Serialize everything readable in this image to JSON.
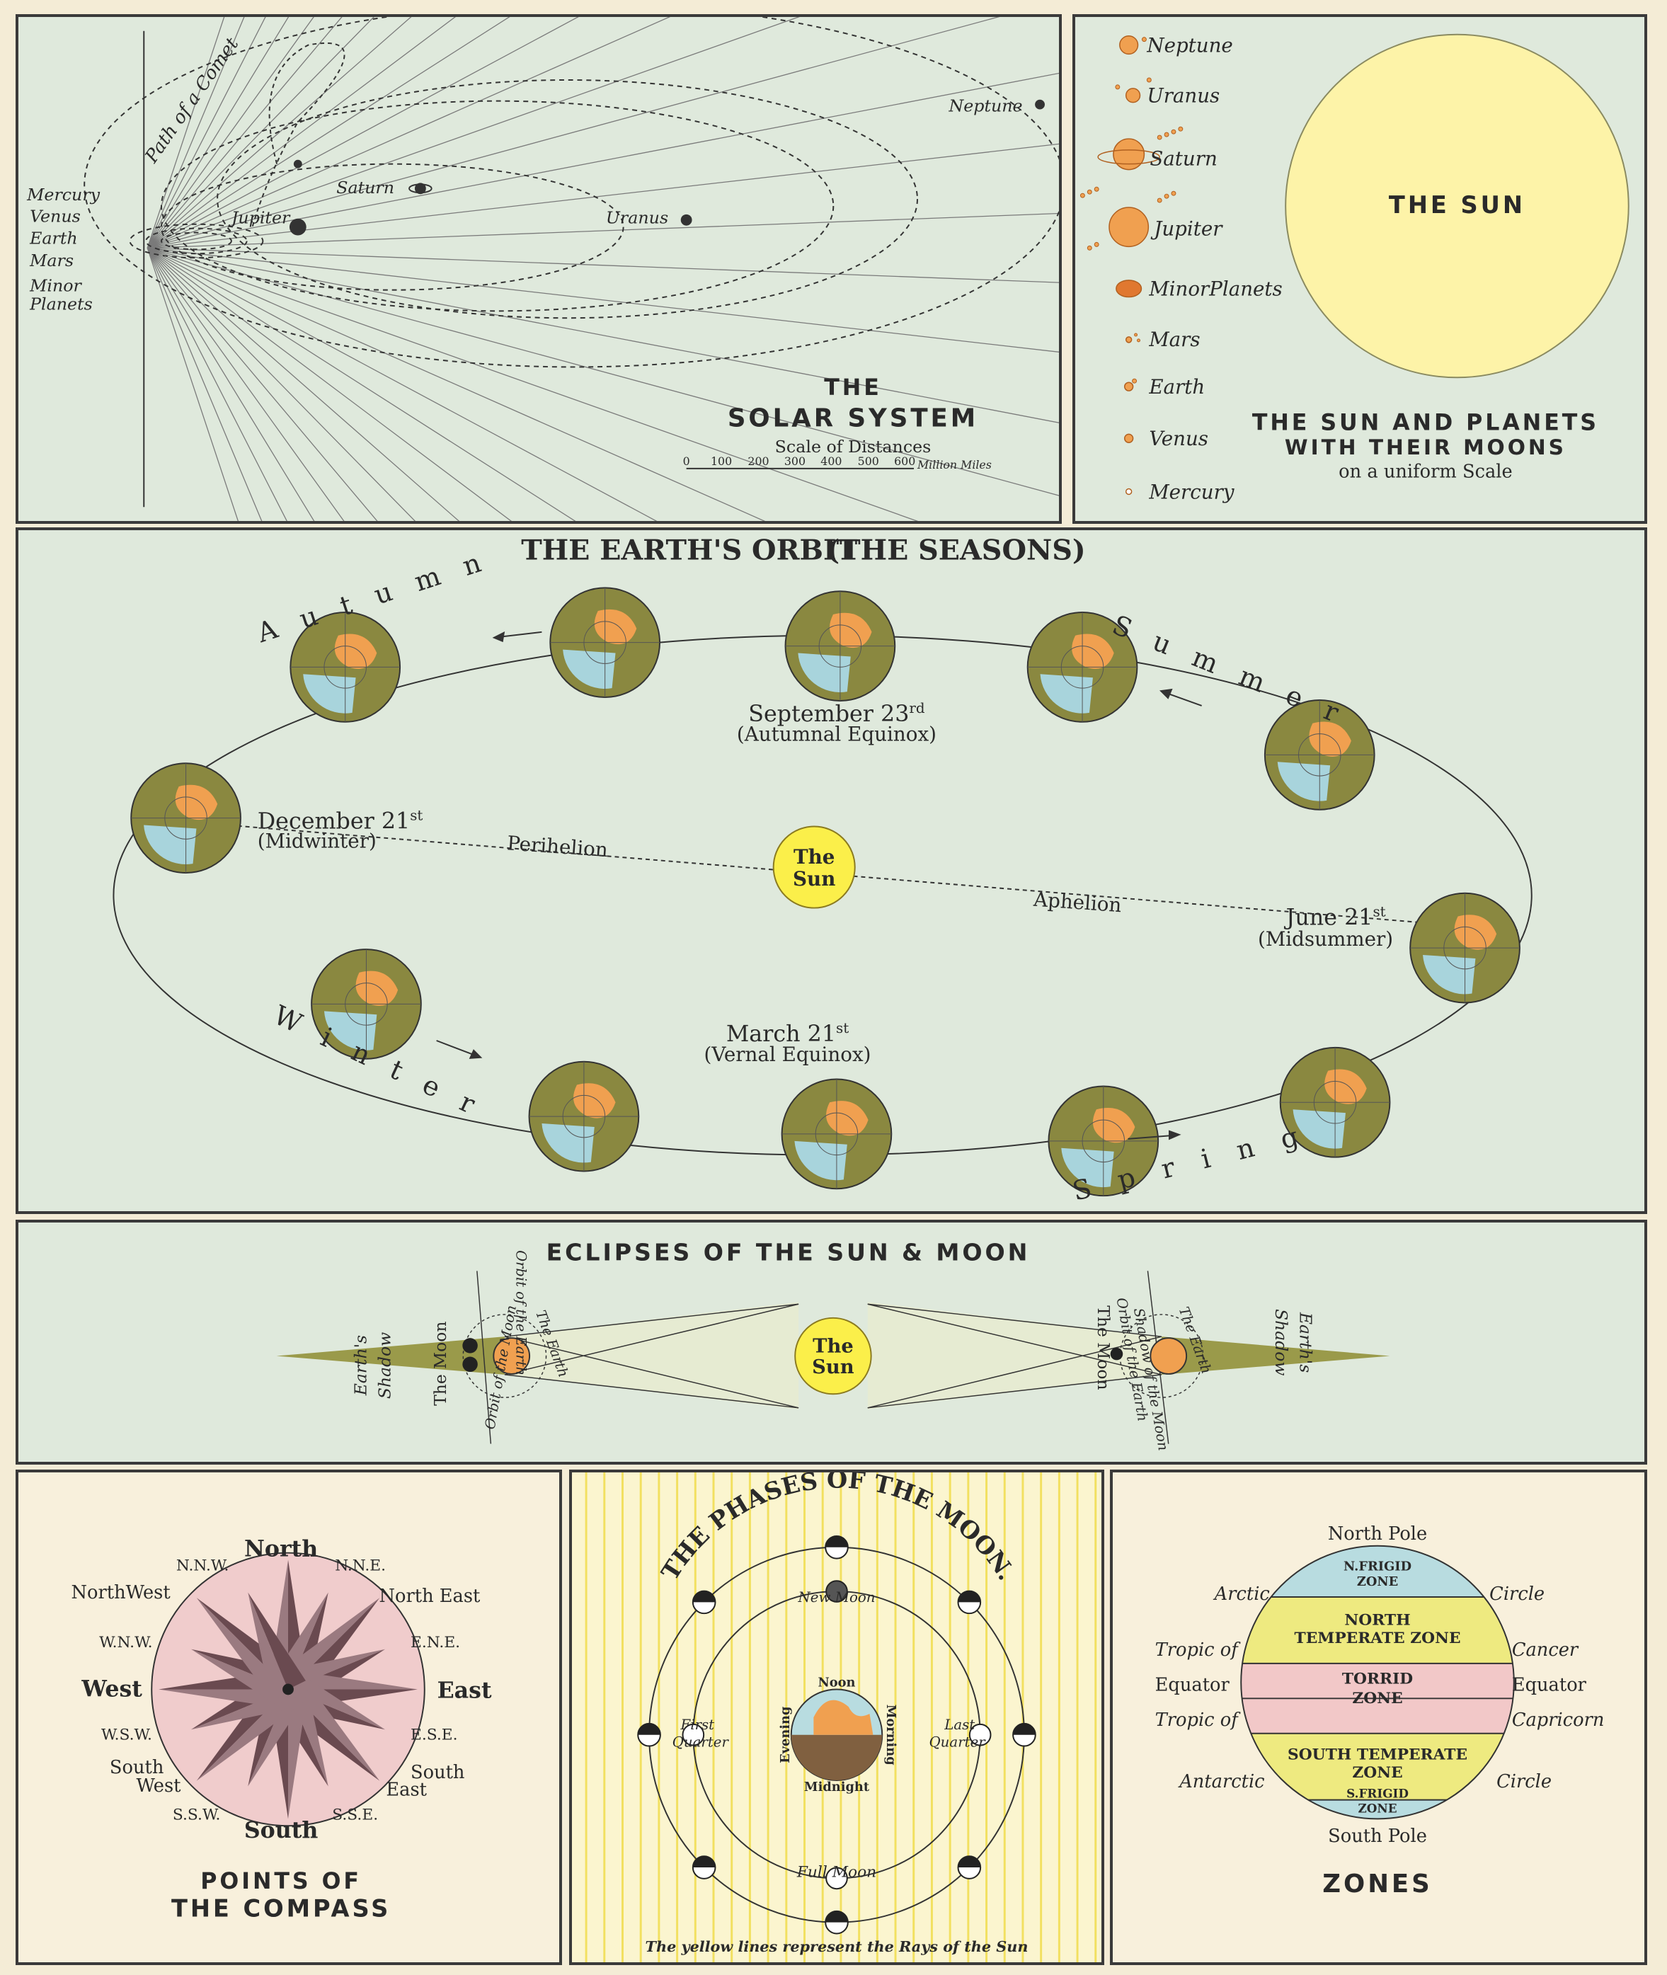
{
  "solar_system": {
    "title_line1": "THE",
    "title_line2": "SOLAR SYSTEM",
    "scale_label": "Scale of Distances",
    "scale_ticks": [
      "0",
      "100",
      "200",
      "300",
      "400",
      "500",
      "600"
    ],
    "scale_unit": "Million Miles",
    "comet_label": "Path of a Comet",
    "inner_planets": [
      "Mercury",
      "Venus",
      "Earth",
      "Mars",
      "Minor",
      "Planets"
    ],
    "planet_labels": {
      "jupiter": "Jupiter",
      "saturn": "Saturn",
      "uranus": "Uranus",
      "neptune": "Neptune"
    }
  },
  "sun_planets": {
    "sun_label": "THE SUN",
    "title_line1": "THE SUN AND PLANETS",
    "title_line2": "WITH THEIR MOONS",
    "title_line3": "on a uniform Scale",
    "planets": [
      "Neptune",
      "Uranus",
      "Saturn",
      "Jupiter",
      "MinorPlanets",
      "Mars",
      "Earth",
      "Venus",
      "Mercury"
    ]
  },
  "earth_orbit": {
    "title_left": "THE EARTH'S ORBIT",
    "title_right": "(THE SEASONS)",
    "sun_line1": "The",
    "sun_line2": "Sun",
    "perihelion": "Perihelion",
    "aphelion": "Aphelion",
    "september": "September 23",
    "september_sup": "rd",
    "september_sub": "(Autumnal Equinox)",
    "december": "December 21",
    "december_sup": "st",
    "december_sub": "(Midwinter)",
    "june": "June 21",
    "june_sup": "st",
    "june_sub": "(Midsummer)",
    "march": "March 21",
    "march_sup": "st",
    "march_sub": "(Vernal Equinox)",
    "season_autumn": "Autumn",
    "season_summer": "Summer",
    "season_winter": "Winter",
    "season_spring": "Spring"
  },
  "eclipses": {
    "title": "ECLIPSES OF THE SUN & MOON",
    "sun_line1": "The",
    "sun_line2": "Sun",
    "earths_shadow_1": "Earth's",
    "earths_shadow_2": "Shadow",
    "the_moon": "The Moon",
    "orbit_earth": "Orbit of the Earth",
    "the_earth": "The Earth",
    "orbit_moon": "Orbit of the Moon",
    "shadow_moon": "Shadow of the Moon"
  },
  "compass": {
    "title_line1": "POINTS OF",
    "title_line2": "THE COMPASS",
    "north": "North",
    "south": "South",
    "east": "East",
    "west": "West",
    "nnw": "N.N.W.",
    "nne": "N.N.E.",
    "northwest": "NorthWest",
    "northeast": "North East",
    "wnw": "W.N.W.",
    "ene": "E.N.E.",
    "wsw": "W.S.W.",
    "ese": "E.S.E.",
    "southwest_1": "South",
    "southwest_2": "West",
    "southeast_1": "South",
    "southeast_2": "East",
    "ssw": "S.S.W.",
    "sse": "S.S.E."
  },
  "moon_phases": {
    "title": "THE PHASES OF THE MOON.",
    "new_moon": "New Moon",
    "full_moon": "Full Moon",
    "first_quarter_1": "First",
    "first_quarter_2": "Quarter",
    "last_quarter_1": "Last",
    "last_quarter_2": "Quarter",
    "noon": "Noon",
    "morning": "Morning",
    "evening": "Evening",
    "midnight": "Midnight",
    "caption": "The yellow lines represent the Rays of the Sun"
  },
  "zones": {
    "title": "ZONES",
    "north_pole": "North Pole",
    "south_pole": "South Pole",
    "arctic": "Arctic",
    "circle_1": "Circle",
    "antarctic": "Antarctic",
    "circle_2": "Circle",
    "tropic_of_1": "Tropic of",
    "cancer": "Cancer",
    "equator_left": "Equator",
    "equator_right": "Equator",
    "tropic_of_2": "Tropic of",
    "capricorn": "Capricorn",
    "n_frigid_1": "N.FRIGID",
    "n_frigid_2": "ZONE",
    "north_temp_1": "NORTH",
    "north_temp_2": "TEMPERATE ZONE",
    "torrid_1": "TORRID",
    "torrid_2": "ZONE",
    "south_temp_1": "SOUTH TEMPERATE",
    "south_temp_2": "ZONE",
    "s_frigid_1": "S.FRIGID",
    "s_frigid_2": "ZONE"
  },
  "colors": {
    "panel_green": "#dfe9dc",
    "sun_yellow": "#fdf3a8",
    "planet_orange": "#f0a050",
    "earth_olive": "#8a8840",
    "compass_pink": "#f0cccc",
    "zone_yellow": "#eeea80",
    "zone_blue": "#b8dce0",
    "zone_pink": "#f2c8c8"
  }
}
